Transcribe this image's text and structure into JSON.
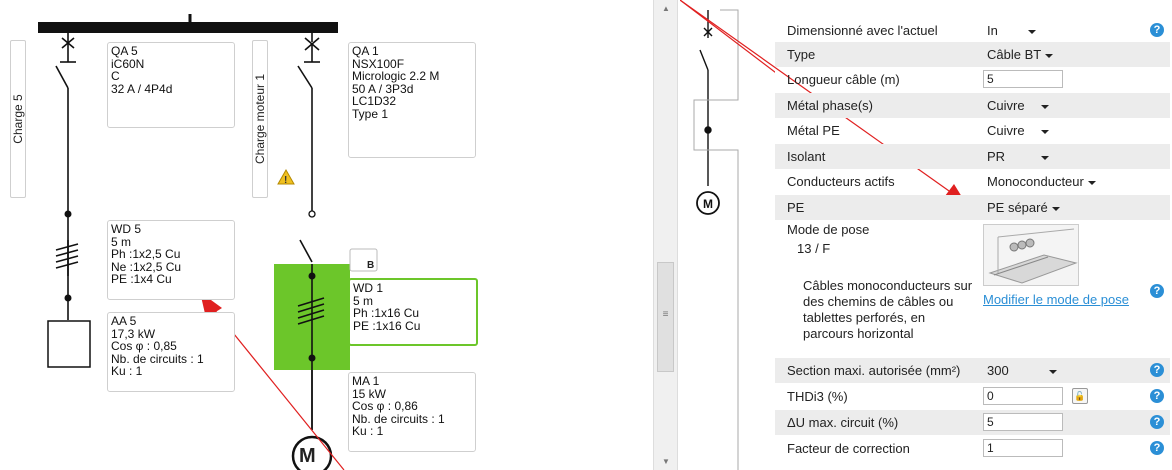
{
  "diagram": {
    "load_left_label": "Charge 5",
    "load_mid_label": "Charge moteur 1",
    "qa5": [
      "QA 5",
      "iC60N",
      "C",
      "32 A / 4P4d"
    ],
    "qa1": [
      "QA 1",
      "NSX100F",
      "Micrologic 2.2 M",
      "50 A / 3P3d",
      "LC1D32",
      "Type 1"
    ],
    "wd5": [
      "WD 5",
      "5 m",
      "Ph :1x2,5 Cu",
      "Ne :1x2,5 Cu",
      "PE :1x4 Cu"
    ],
    "wd1": [
      "WD 1",
      "5 m",
      "Ph :1x16 Cu",
      "PE :1x16 Cu"
    ],
    "aa5": [
      "AA 5",
      "17,3 kW",
      "Cos φ : 0,85",
      "Nb. de circuits : 1",
      "Ku : 1"
    ],
    "ma1": [
      "MA 1",
      "15 kW",
      "Cos φ : 0,86",
      "Nb. de circuits : 1",
      "Ku : 1"
    ],
    "motor_symbol": "M",
    "arrow_icon_label": "B",
    "warning_icon": "warning-icon",
    "highlight_color": "#6cc62a",
    "arrow_color": "#e02020"
  },
  "properties": {
    "rows": [
      {
        "label": "Dimensionné avec l'actuel",
        "value": "In",
        "control": "select",
        "help": true
      },
      {
        "label": "Type",
        "value": "Câble BT",
        "control": "inline-select"
      },
      {
        "label": "Longueur câble (m)",
        "value": "5",
        "control": "input"
      },
      {
        "label": "Métal phase(s)",
        "value": "Cuivre",
        "control": "select"
      },
      {
        "label": "Métal PE",
        "value": "Cuivre",
        "control": "select"
      },
      {
        "label": "Isolant",
        "value": "PR",
        "control": "select"
      },
      {
        "label": "Conducteurs actifs",
        "value": "Monoconducteur",
        "control": "inline-select"
      },
      {
        "label": "PE",
        "value": "PE séparé",
        "control": "inline-select"
      }
    ],
    "mode_de_pose": {
      "label": "Mode de pose",
      "code": "13 / F",
      "description": "Câbles monoconducteurs sur des chemins de câbles ou tablettes perforés, en parcours horizontal",
      "link": "Modifier le mode de pose"
    },
    "bottom_rows": [
      {
        "label": "Section maxi. autorisée (mm²)",
        "value": "300",
        "control": "select"
      },
      {
        "label": "THDi3 (%)",
        "value": "0",
        "control": "input-lock"
      },
      {
        "label": "ΔU max. circuit (%)",
        "value": "5",
        "control": "input"
      },
      {
        "label": "Facteur de correction",
        "value": "1",
        "control": "input"
      }
    ],
    "help_glyph": "?",
    "lock_glyph": "🔓"
  },
  "scrollbar": {
    "grip": "≡"
  }
}
